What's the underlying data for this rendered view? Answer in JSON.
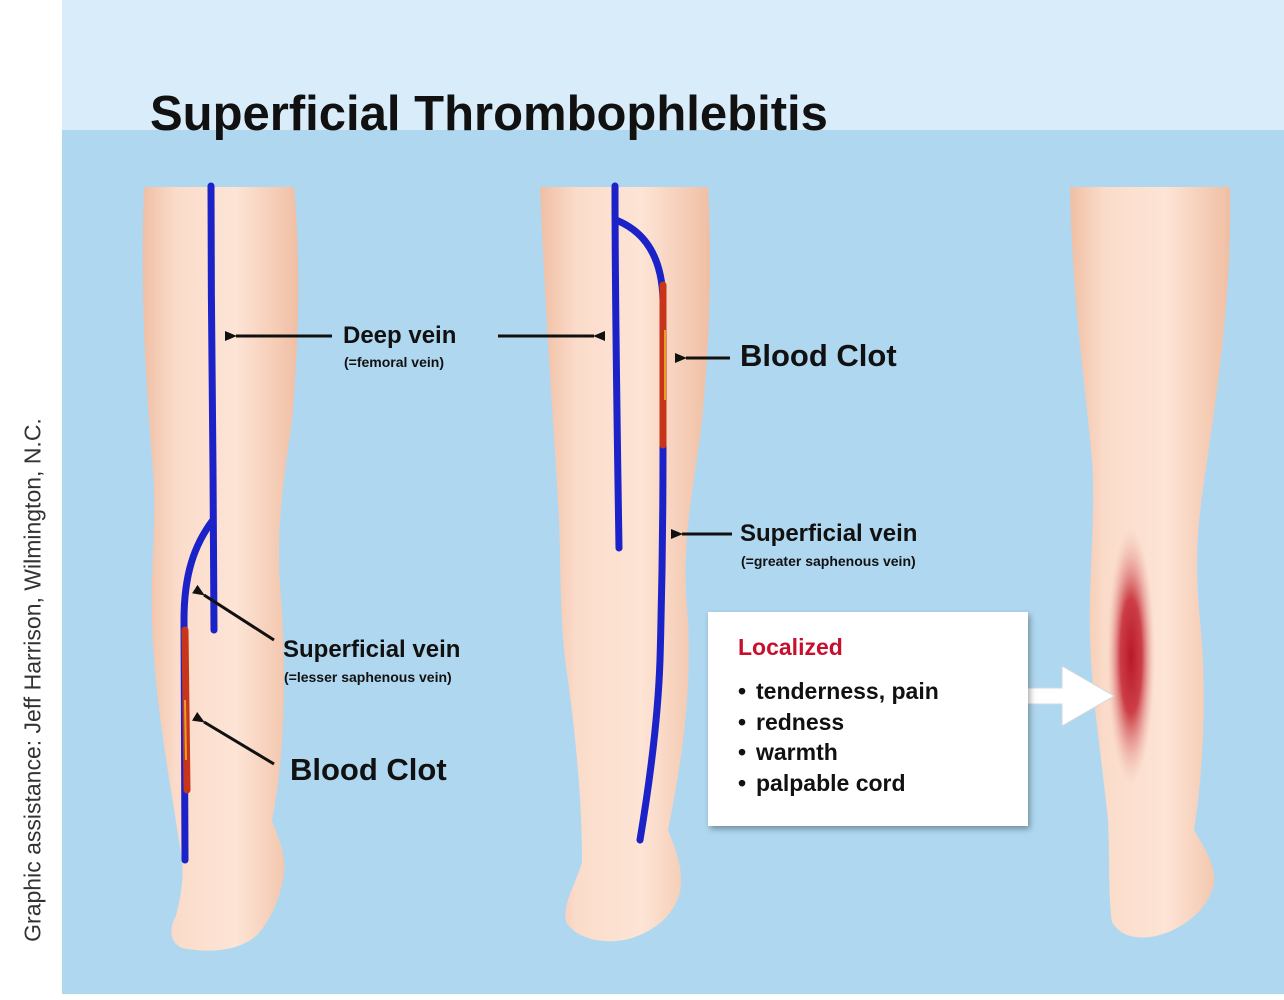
{
  "credit": "Graphic assistance: Jeff Harrison, Wilmington, N.C.",
  "title": "Superficial Thrombophlebitis",
  "labels": {
    "deep_vein": "Deep vein",
    "deep_vein_sub": "(=femoral vein)",
    "blood_clot_top": "Blood Clot",
    "superficial_vein_greater": "Superficial vein",
    "superficial_vein_greater_sub": "(=greater saphenous vein)",
    "superficial_vein_lesser": "Superficial vein",
    "superficial_vein_lesser_sub": "(=lesser saphenous vein)",
    "blood_clot_bottom": "Blood Clot"
  },
  "symptoms": {
    "heading": "Localized",
    "bullet": "•",
    "items": [
      "tenderness, pain",
      "redness",
      "warmth",
      "palpable cord"
    ]
  },
  "colors": {
    "background_top": "#d9ecf9",
    "background_main": "#afd8f0",
    "skin": "#fad9c6",
    "vein": "#1a22c8",
    "clot": "#c7361b",
    "inflammation": "#b8182a",
    "heading_red": "#c8102e"
  }
}
